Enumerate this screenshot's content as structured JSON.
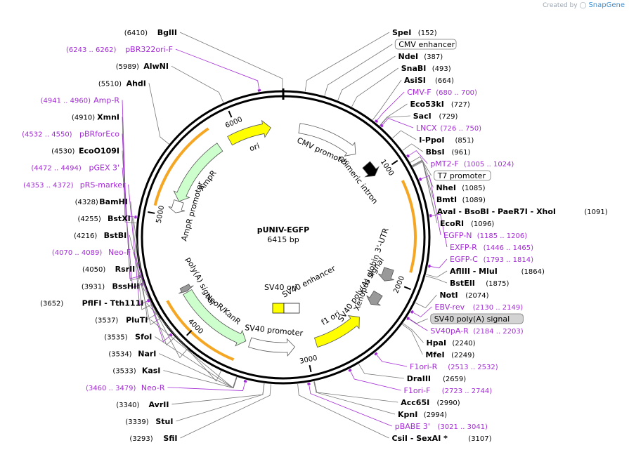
{
  "brand": {
    "prefix": "Created by",
    "name": "SnapGene"
  },
  "plasmid": {
    "name": "pUNIV-EGFP",
    "length_label": "6415 bp",
    "length": 6415
  },
  "ticks": [
    {
      "label": "1000",
      "pos": 1000
    },
    {
      "label": "2000",
      "pos": 2000
    },
    {
      "label": "3000",
      "pos": 3000
    },
    {
      "label": "4000",
      "pos": 4000
    },
    {
      "label": "5000",
      "pos": 5000
    },
    {
      "label": "6000",
      "pos": 6000
    }
  ],
  "features": [
    {
      "name": "CMV promoter",
      "start": 150,
      "end": 730,
      "color": "#ffffff",
      "dir": 1
    },
    {
      "name": "chimeric intron",
      "start": 870,
      "end": 1000,
      "color": "#000000",
      "dir": 1
    },
    {
      "name": "Xenopus globin 3'-UTR",
      "start": 1900,
      "end": 2020,
      "color": "#999999",
      "dir": 1
    },
    {
      "name": "SV40 poly(A) signal",
      "start": 2150,
      "end": 2270,
      "color": "#999999",
      "dir": 1
    },
    {
      "name": "f1 ori",
      "start": 2430,
      "end": 2900,
      "color": "#ffff00",
      "dir": -1
    },
    {
      "name": "SV40 promoter",
      "start": 3100,
      "end": 3520,
      "color": "#ffffff",
      "dir": -1
    },
    {
      "name": "NeoR/KanR",
      "start": 3560,
      "end": 4280,
      "color": "#ccffcc",
      "dir": -1
    },
    {
      "name": "poly(A) signal",
      "start": 4290,
      "end": 4340,
      "color": "#999999",
      "dir": -1
    },
    {
      "name": "AmpR promoter",
      "start": 5040,
      "end": 5150,
      "color": "#ffffff",
      "dir": -1
    },
    {
      "name": "AmpR",
      "start": 5150,
      "end": 5790,
      "color": "#ccffcc",
      "dir": -1
    },
    {
      "name": "ori",
      "start": 5900,
      "end": 6300,
      "color": "#ffff00",
      "dir": 1
    }
  ],
  "sv40_ori": {
    "name": "SV40 ori",
    "enhancer": "SV40 enhancer"
  },
  "sites": [
    {
      "name": "BglII",
      "pos_label": "(6410)",
      "pos": 6410
    },
    {
      "name": "SpeI",
      "pos_label": "(152)",
      "pos": 152
    },
    {
      "name": "CMV enhancer",
      "boxed": true,
      "pos": 290
    },
    {
      "name": "NdeI",
      "pos_label": "(387)",
      "pos": 387
    },
    {
      "name": "SnaBI",
      "pos_label": "(493)",
      "pos": 493
    },
    {
      "name": "AsiSI",
      "pos_label": "(664)",
      "pos": 664
    },
    {
      "name": "Eco53kI",
      "pos_label": "(727)",
      "pos": 727
    },
    {
      "name": "SacI",
      "pos_label": "(729)",
      "pos": 729
    },
    {
      "name": "I-PpoI",
      "pos_label": "(851)",
      "pos": 851
    },
    {
      "name": "BbsI",
      "pos_label": "(961)",
      "pos": 961
    },
    {
      "name": "T7 promoter",
      "boxed": true,
      "pos": 1060
    },
    {
      "name": "NheI",
      "pos_label": "(1085)",
      "pos": 1085
    },
    {
      "name": "BmtI",
      "pos_label": "(1089)",
      "pos": 1089
    },
    {
      "name": "AvaI - BsoBI - PaeR7I - XhoI",
      "pos_label": "(1091)",
      "pos": 1091
    },
    {
      "name": "EcoRI",
      "pos_label": "(1096)",
      "pos": 1096
    },
    {
      "name": "AflIII - MluI",
      "pos_label": "(1864)",
      "pos": 1864
    },
    {
      "name": "BstEII",
      "pos_label": "(1875)",
      "pos": 1875
    },
    {
      "name": "NotI",
      "pos_label": "(2074)",
      "pos": 2074
    },
    {
      "name": "SV40 poly(A) signal",
      "boxed": true,
      "grey": true,
      "pos": 2190
    },
    {
      "name": "HpaI",
      "pos_label": "(2240)",
      "pos": 2240
    },
    {
      "name": "MfeI",
      "pos_label": "(2249)",
      "pos": 2249
    },
    {
      "name": "DraIII",
      "pos_label": "(2659)",
      "pos": 2659
    },
    {
      "name": "Acc65I",
      "pos_label": "(2990)",
      "pos": 2990
    },
    {
      "name": "KpnI",
      "pos_label": "(2994)",
      "pos": 2994
    },
    {
      "name": "CsiI - SexAI *",
      "pos_label": "(3107)",
      "pos": 3107
    },
    {
      "name": "SfiI",
      "pos_label": "(3293)",
      "pos": 3293
    },
    {
      "name": "StuI",
      "pos_label": "(3339)",
      "pos": 3339
    },
    {
      "name": "AvrII",
      "pos_label": "(3340)",
      "pos": 3340
    },
    {
      "name": "KasI",
      "pos_label": "(3533)",
      "pos": 3533
    },
    {
      "name": "NarI",
      "pos_label": "(3534)",
      "pos": 3534
    },
    {
      "name": "SfoI",
      "pos_label": "(3535)",
      "pos": 3535
    },
    {
      "name": "PluTI",
      "pos_label": "(3537)",
      "pos": 3537
    },
    {
      "name": "PflFI - Tth111I",
      "pos_label": "(3652)",
      "pos": 3652
    },
    {
      "name": "BssHII",
      "pos_label": "(3931)",
      "pos": 3931
    },
    {
      "name": "RsrII",
      "pos_label": "(4050)",
      "pos": 4050
    },
    {
      "name": "BstBI",
      "pos_label": "(4216)",
      "pos": 4216
    },
    {
      "name": "BstXI",
      "pos_label": "(4255)",
      "pos": 4255
    },
    {
      "name": "BamHI",
      "pos_label": "(4328)",
      "pos": 4328
    },
    {
      "name": "EcoO109I",
      "pos_label": "(4530)",
      "pos": 4530
    },
    {
      "name": "XmnI",
      "pos_label": "(4910)",
      "pos": 4910
    },
    {
      "name": "AhdI",
      "pos_label": "(5510)",
      "pos": 5510
    },
    {
      "name": "AlwNI",
      "pos_label": "(5989)",
      "pos": 5989
    }
  ],
  "primers": [
    {
      "name": "pBR322ori-F",
      "range": "(6243 .. 6262)",
      "pos": 6250
    },
    {
      "name": "CMV-F",
      "range": "(680 .. 700)",
      "pos": 690
    },
    {
      "name": "LNCX",
      "range": "(726 .. 750)",
      "pos": 738
    },
    {
      "name": "pMT2-F",
      "range": "(1005 .. 1024)",
      "pos": 1014
    },
    {
      "name": "EGFP-N",
      "range": "(1185 .. 1206)",
      "pos": 1195
    },
    {
      "name": "EXFP-R",
      "range": "(1446 .. 1465)",
      "pos": 1455
    },
    {
      "name": "EGFP-C",
      "range": "(1793 .. 1814)",
      "pos": 1803
    },
    {
      "name": "EBV-rev",
      "range": "(2130 .. 2149)",
      "pos": 2140
    },
    {
      "name": "SV40pA-R",
      "range": "(2184 .. 2203)",
      "pos": 2193
    },
    {
      "name": "F1ori-R",
      "range": "(2513 .. 2532)",
      "pos": 2522
    },
    {
      "name": "F1ori-F",
      "range": "(2723 .. 2744)",
      "pos": 2733
    },
    {
      "name": "pBABE 3'",
      "range": "(3021 .. 3041)",
      "pos": 3031
    },
    {
      "name": "Neo-R",
      "range": "(3460 .. 3479)",
      "pos": 3470
    },
    {
      "name": "Neo-F",
      "range": "(4070 .. 4089)",
      "pos": 4080
    },
    {
      "name": "pRS-marker",
      "range": "(4353 .. 4372)",
      "pos": 4362
    },
    {
      "name": "pGEX 3'",
      "range": "(4472 .. 4494)",
      "pos": 4483
    },
    {
      "name": "pBRforEco",
      "range": "(4532 .. 4550)",
      "pos": 4541
    },
    {
      "name": "Amp-R",
      "range": "(4941 .. 4960)",
      "pos": 4950
    }
  ]
}
